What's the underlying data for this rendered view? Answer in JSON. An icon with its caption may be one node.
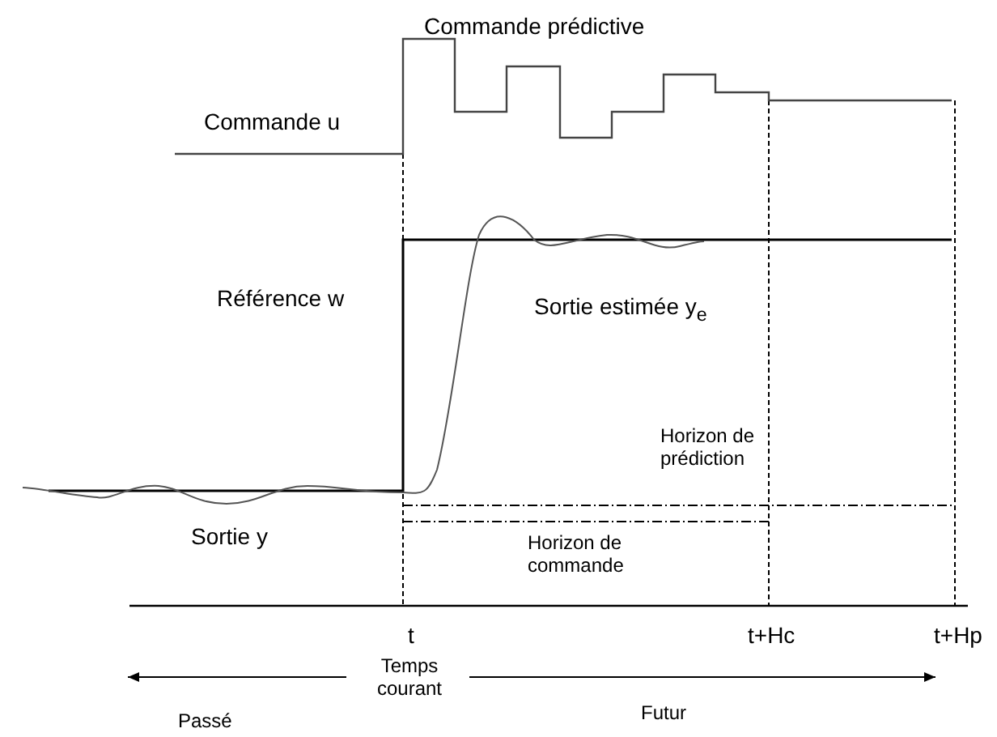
{
  "diagram": {
    "labels": [
      "Commande prédictive",
      "Commande u",
      "Référence w",
      "Sortie estimée y$_{e}$",
      "Horizon de prédiction",
      "Sortie y",
      "Horizon de commande",
      "t",
      "t+Hc",
      "t+Hp",
      "Temps courant",
      "Passé",
      "Futur"
    ]
  }
}
